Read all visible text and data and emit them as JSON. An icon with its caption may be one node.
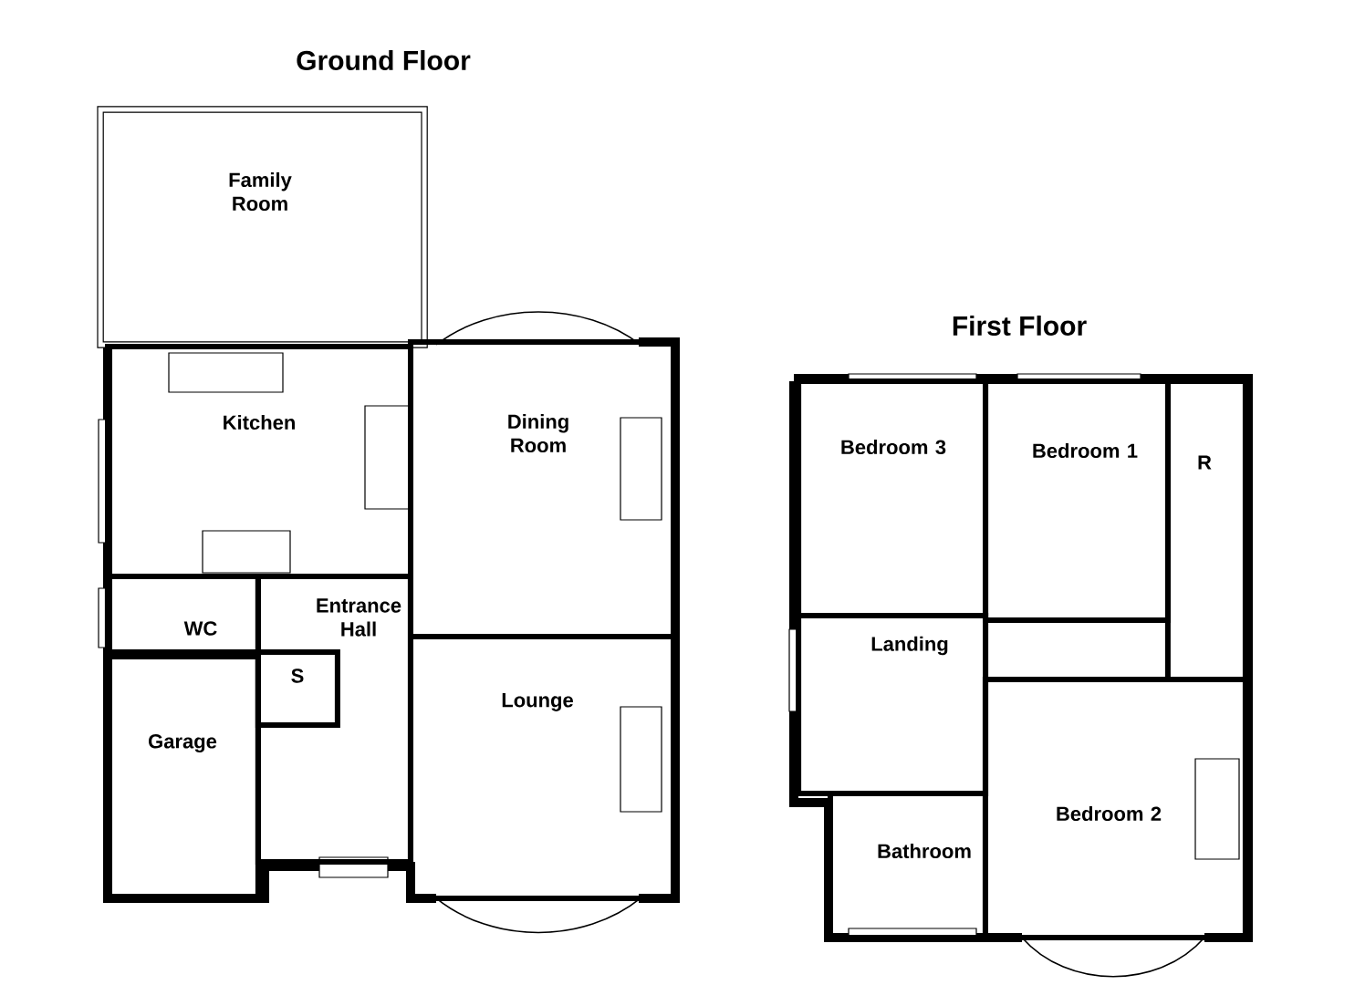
{
  "diagram": {
    "nodes": [
      {
        "text": [
          "Family Room"
        ]
      },
      {
        "text": [
          "Kitchen"
        ]
      },
      {
        "text": [
          "Dining Room"
        ]
      },
      {
        "text": [
          "WC"
        ]
      },
      {
        "text": [
          "Entrance Hall"
        ]
      },
      {
        "text": [
          "S"
        ],
        "in": 4
      },
      {
        "text": [
          "Garage"
        ]
      },
      {
        "text": [
          "Lounge"
        ]
      },
      {
        "text": [
          "Bedroom 3"
        ]
      },
      {
        "text": [
          "Bedroom 1"
        ]
      },
      {
        "text": [
          "R"
        ]
      },
      {
        "text": [
          "Landing"
        ]
      },
      {
        "text": [
          "Bathroom"
        ]
      },
      {
        "text": [
          "Bedroom 2"
        ]
      }
    ],
    "edges": [],
    "labels": [
      "Ground Floor",
      "First Floor"
    ]
  }
}
